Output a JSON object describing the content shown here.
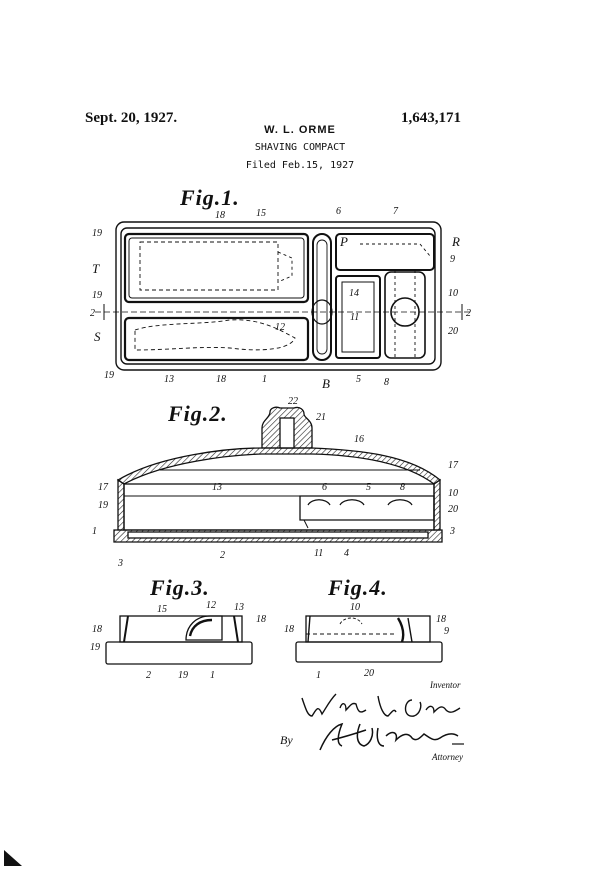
{
  "header": {
    "date": "Sept. 20, 1927.",
    "inventor": "W. L. ORME",
    "title": "SHAVING COMPACT",
    "filed": "Filed Feb.15, 1927",
    "patent_number": "1,643,171"
  },
  "figures": {
    "fig1": "Fig.1.",
    "fig2": "Fig.2.",
    "fig3": "Fig.3.",
    "fig4": "Fig.4."
  },
  "fig1_refs": {
    "r18": "18",
    "r15": "15",
    "r6": "6",
    "r7": "7",
    "r19a": "19",
    "rP": "P",
    "rR": "R",
    "r9": "9",
    "rT": "T",
    "r19b": "19",
    "r14": "14",
    "r10": "10",
    "r2l": "2",
    "r2r": "2",
    "r11": "11",
    "rS": "S",
    "r12": "12",
    "r20": "20",
    "r19c": "19",
    "r13": "13",
    "r18b": "18",
    "r1": "1",
    "rB": "B",
    "r5": "5",
    "r8": "8"
  },
  "fig2_refs": {
    "r22": "22",
    "r21": "21",
    "r16": "16",
    "r17a": "17",
    "r17b": "17",
    "r13": "13",
    "r6": "6",
    "r5": "5",
    "r8": "8",
    "r10": "10",
    "r19": "19",
    "r20": "20",
    "r1": "1",
    "r3a": "3",
    "r3b": "3",
    "r2": "2",
    "r11": "11",
    "r4": "4"
  },
  "fig3_refs": {
    "r15": "15",
    "r12": "12",
    "r13": "13",
    "r18a": "18",
    "r18b": "18",
    "r19a": "19",
    "r2": "2",
    "r19b": "19",
    "r1": "1"
  },
  "fig4_refs": {
    "r10": "10",
    "r18a": "18",
    "r18b": "18",
    "r9": "9",
    "r1": "1",
    "r20": "20"
  },
  "signature": {
    "inventor_label": "Inventor",
    "inventor_signature": "Wilber L. Orme",
    "by_label": "By",
    "attorney_signature": "A. A. Mross",
    "attorney_label": "Attorney"
  }
}
